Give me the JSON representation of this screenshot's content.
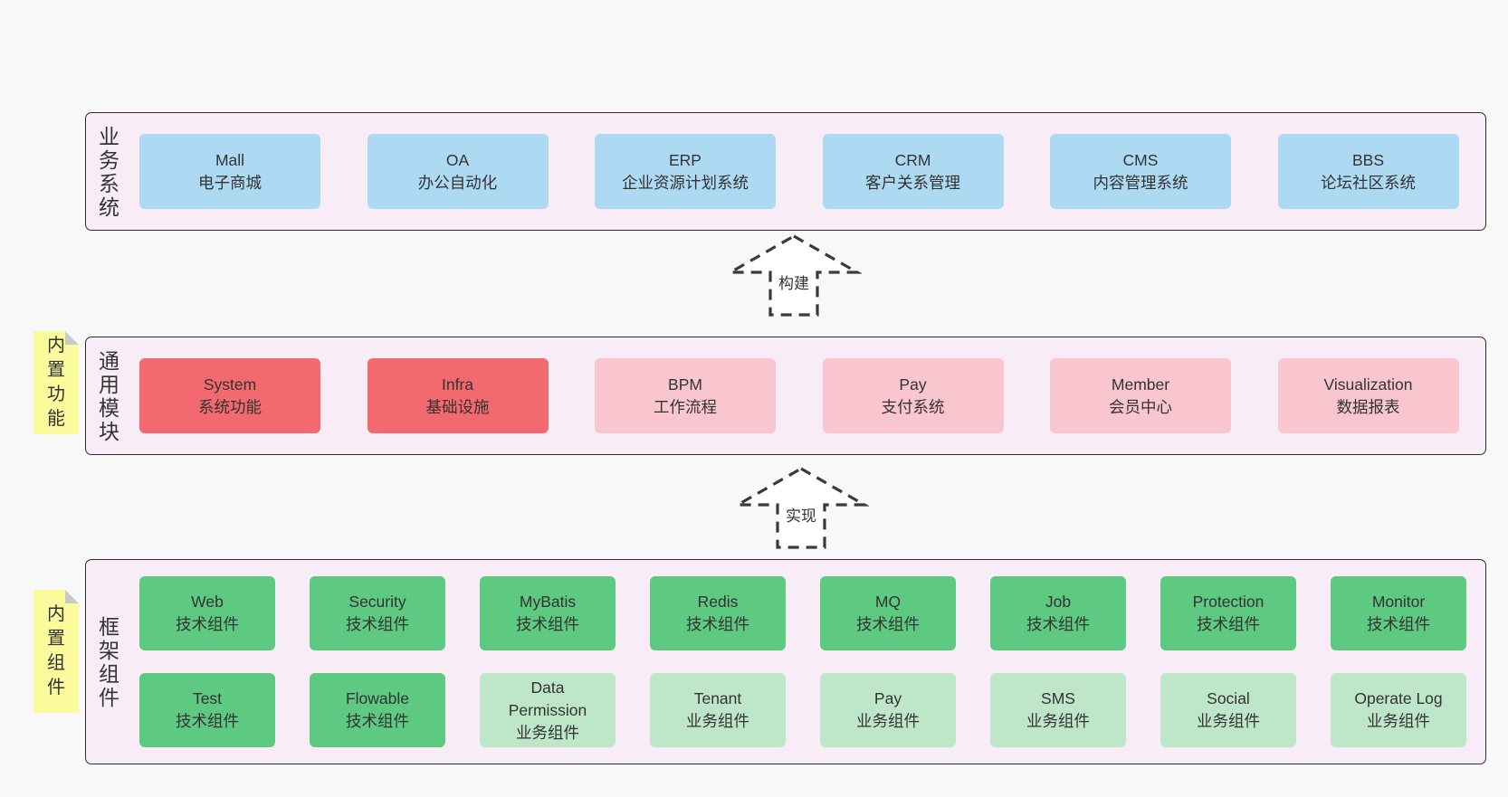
{
  "colors": {
    "page_bg": "#f8f8f8",
    "band_bg": "#f8edf6",
    "band_border": "#2e2e2e",
    "arrow_stroke": "#3a3a3a",
    "sticky_bg": "#fbfb9d",
    "fold_gray": "#c9c9c9",
    "blue": "#aed9f3",
    "red": "#f2696f",
    "pink": "#f9c6cf",
    "green": "#5ec981",
    "light_green": "#bee7ca",
    "text": "#333333"
  },
  "arrows": [
    {
      "label": "构建"
    },
    {
      "label": "实现"
    }
  ],
  "bands": [
    {
      "label": "业务系统",
      "rows": [
        {
          "boxes": [
            {
              "title": "Mall",
              "subtitle": "电子商城",
              "color": "blue"
            },
            {
              "title": "OA",
              "subtitle": "办公自动化",
              "color": "blue"
            },
            {
              "title": "ERP",
              "subtitle": "企业资源计划系统",
              "color": "blue"
            },
            {
              "title": "CRM",
              "subtitle": "客户关系管理",
              "color": "blue"
            },
            {
              "title": "CMS",
              "subtitle": "内容管理系统",
              "color": "blue"
            },
            {
              "title": "BBS",
              "subtitle": "论坛社区系统",
              "color": "blue"
            }
          ]
        }
      ]
    },
    {
      "label": "通用模块",
      "sticky": "内置功能",
      "rows": [
        {
          "boxes": [
            {
              "title": "System",
              "subtitle": "系统功能",
              "color": "red"
            },
            {
              "title": "Infra",
              "subtitle": "基础设施",
              "color": "red"
            },
            {
              "title": "BPM",
              "subtitle": "工作流程",
              "color": "pink"
            },
            {
              "title": "Pay",
              "subtitle": "支付系统",
              "color": "pink"
            },
            {
              "title": "Member",
              "subtitle": "会员中心",
              "color": "pink"
            },
            {
              "title": "Visualization",
              "subtitle": "数据报表",
              "color": "pink"
            }
          ]
        }
      ]
    },
    {
      "label": "框架组件",
      "sticky": "内置组件",
      "rows": [
        {
          "boxes": [
            {
              "title": "Web",
              "subtitle": "技术组件",
              "color": "green"
            },
            {
              "title": "Security",
              "subtitle": "技术组件",
              "color": "green"
            },
            {
              "title": "MyBatis",
              "subtitle": "技术组件",
              "color": "green"
            },
            {
              "title": "Redis",
              "subtitle": "技术组件",
              "color": "green"
            },
            {
              "title": "MQ",
              "subtitle": "技术组件",
              "color": "green"
            },
            {
              "title": "Job",
              "subtitle": "技术组件",
              "color": "green"
            },
            {
              "title": "Protection",
              "subtitle": "技术组件",
              "color": "green"
            },
            {
              "title": "Monitor",
              "subtitle": "技术组件",
              "color": "green"
            }
          ]
        },
        {
          "boxes": [
            {
              "title": "Test",
              "subtitle": "技术组件",
              "color": "green"
            },
            {
              "title": "Flowable",
              "subtitle": "技术组件",
              "color": "green"
            },
            {
              "title": "Data\nPermission",
              "subtitle": "业务组件",
              "color": "light_green"
            },
            {
              "title": "Tenant",
              "subtitle": "业务组件",
              "color": "light_green"
            },
            {
              "title": "Pay",
              "subtitle": "业务组件",
              "color": "light_green"
            },
            {
              "title": "SMS",
              "subtitle": "业务组件",
              "color": "light_green"
            },
            {
              "title": "Social",
              "subtitle": "业务组件",
              "color": "light_green"
            },
            {
              "title": "Operate Log",
              "subtitle": "业务组件",
              "color": "light_green"
            }
          ]
        }
      ]
    }
  ]
}
